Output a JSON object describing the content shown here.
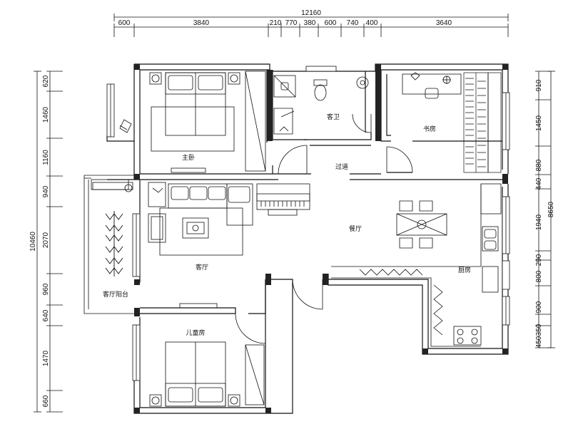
{
  "dimensions": {
    "top_total": "12160",
    "top": [
      "600",
      "3840",
      "210",
      "770",
      "380",
      "600",
      "740",
      "400",
      "3640"
    ],
    "left_total": "10460",
    "left": [
      "620",
      "1460",
      "1160",
      "940",
      "2070",
      "960",
      "640",
      "1470",
      "660"
    ],
    "right_total": "8650",
    "right": [
      "910",
      "1450",
      "880",
      "440",
      "1940",
      "290",
      "800",
      "900",
      "350",
      "450"
    ]
  },
  "rooms": {
    "master_bedroom": "主卧",
    "guest_bath": "客卫",
    "study": "书房",
    "corridor": "过道",
    "living_room": "客厅",
    "dining_room": "餐厅",
    "kitchen": "厨房",
    "living_balcony": "客厅阳台",
    "kids_room": "儿童房"
  }
}
